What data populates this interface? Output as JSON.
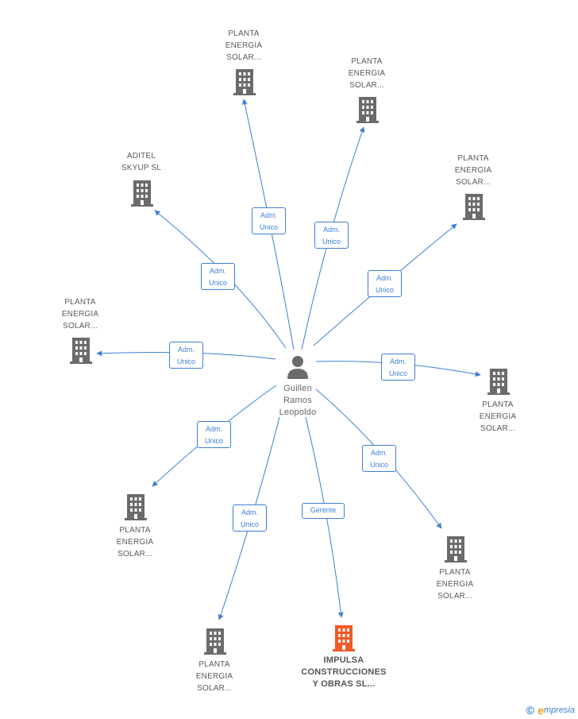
{
  "center": {
    "lines": [
      "Guillen",
      "Ramos",
      "Leopoldo"
    ]
  },
  "companies": [
    {
      "id": "c1",
      "lines": [
        "PLANTA",
        "ENERGIA",
        "SOLAR..."
      ],
      "focus": false
    },
    {
      "id": "c2",
      "lines": [
        "PLANTA",
        "ENERGIA",
        "SOLAR..."
      ],
      "focus": false
    },
    {
      "id": "c3",
      "lines": [
        "PLANTA",
        "ENERGIA",
        "SOLAR..."
      ],
      "focus": false
    },
    {
      "id": "c4",
      "lines": [
        "ADITEL",
        "SKYUP  SL"
      ],
      "focus": false
    },
    {
      "id": "c5",
      "lines": [
        "PLANTA",
        "ENERGIA",
        "SOLAR..."
      ],
      "focus": false
    },
    {
      "id": "c6",
      "lines": [
        "PLANTA",
        "ENERGIA",
        "SOLAR..."
      ],
      "focus": false
    },
    {
      "id": "c7",
      "lines": [
        "PLANTA",
        "ENERGIA",
        "SOLAR..."
      ],
      "focus": false
    },
    {
      "id": "c8",
      "lines": [
        "PLANTA",
        "ENERGIA",
        "SOLAR..."
      ],
      "focus": false
    },
    {
      "id": "c9",
      "lines": [
        "PLANTA",
        "ENERGIA",
        "SOLAR..."
      ],
      "focus": false
    },
    {
      "id": "c10",
      "lines": [
        "IMPULSA",
        "CONSTRUCCIONES",
        "Y OBRAS SL..."
      ],
      "focus": true
    }
  ],
  "roles": [
    {
      "id": "r1",
      "lines": [
        "Adm.",
        "Unico"
      ]
    },
    {
      "id": "r2",
      "lines": [
        "Adm.",
        "Unico"
      ]
    },
    {
      "id": "r3",
      "lines": [
        "Adm.",
        "Unico"
      ]
    },
    {
      "id": "r4",
      "lines": [
        "Adm.",
        "Unico"
      ]
    },
    {
      "id": "r5",
      "lines": [
        "Adm.",
        "Unico"
      ]
    },
    {
      "id": "r6",
      "lines": [
        "Adm.",
        "Unico"
      ]
    },
    {
      "id": "r7",
      "lines": [
        "Adm.",
        "Unico"
      ]
    },
    {
      "id": "r8",
      "lines": [
        "Adm.",
        "Unico"
      ]
    },
    {
      "id": "r9",
      "lines": [
        "Adm.",
        "Unico"
      ]
    },
    {
      "id": "r10",
      "lines": [
        "Gerente"
      ]
    }
  ],
  "colors": {
    "edge": "#3d7fd6",
    "building": "#6b6b6b",
    "building_focus": "#f05a24",
    "person": "#6b6b6b"
  },
  "footer": {
    "copyright": "©",
    "brand_initial": "e",
    "brand_rest": "mpresia"
  }
}
